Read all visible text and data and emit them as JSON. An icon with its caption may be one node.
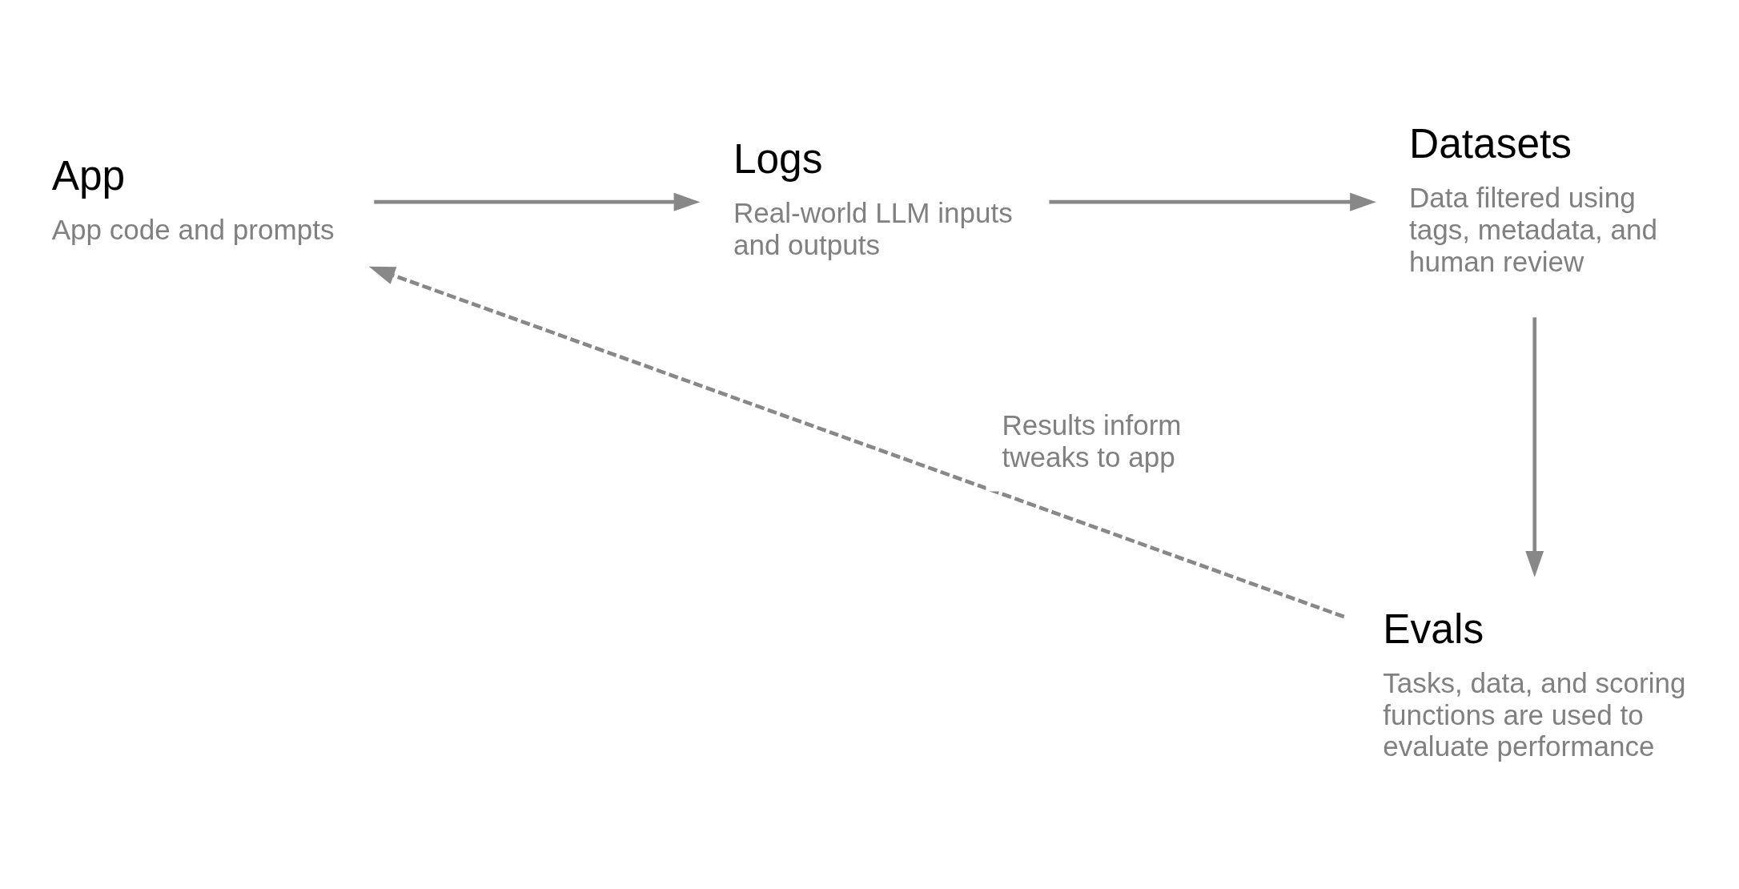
{
  "diagram": {
    "nodes": [
      {
        "text": [
          "App",
          "App code and prompts"
        ]
      },
      {
        "text": [
          "Logs",
          "Real-world LLM inputs and outputs"
        ]
      },
      {
        "text": [
          "Datasets",
          "Data filtered using tags, metadata, and human review"
        ]
      },
      {
        "text": [
          "Evals",
          "Tasks, data, and scoring functions are used to evaluate performance"
        ]
      }
    ],
    "edges": [
      {
        "from": 0,
        "to": 1,
        "arrow": "to"
      },
      {
        "from": 1,
        "to": 2,
        "arrow": "to"
      },
      {
        "from": 2,
        "to": 3,
        "arrow": "to"
      },
      {
        "from": 3,
        "to": 0,
        "arrow": "to",
        "style": "dashed",
        "label": "Results inform tweaks to app"
      }
    ]
  }
}
